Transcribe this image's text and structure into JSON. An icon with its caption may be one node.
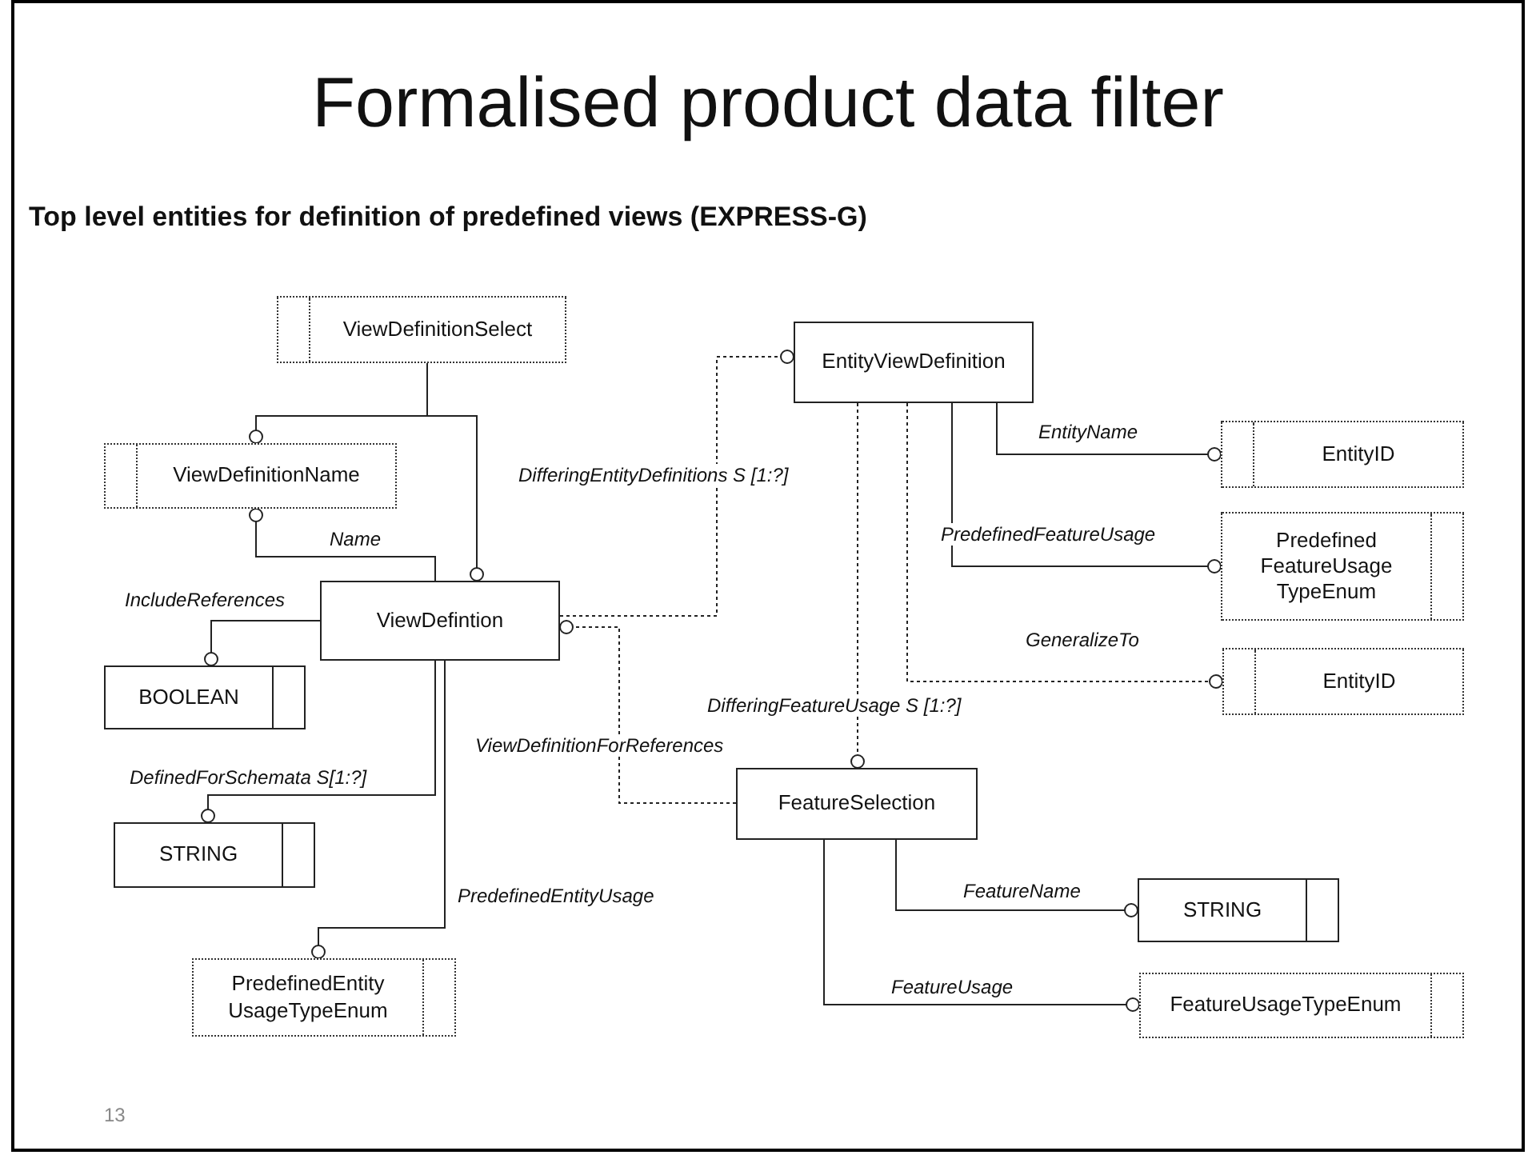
{
  "diagram": {
    "title": "Formalised product data filter",
    "nodes": [
      {
        "text": [
          "ViewDefinitionSelect"
        ]
      },
      {
        "text": [
          "EntityViewDefinition"
        ]
      },
      {
        "text": [
          "ViewDefinitionName"
        ]
      },
      {
        "text": [
          "EntityID"
        ]
      },
      {
        "text": [
          "Predefined FeatureUsage TypeEnum"
        ]
      },
      {
        "text": [
          "ViewDefintion"
        ]
      },
      {
        "text": [
          "EntityID"
        ]
      },
      {
        "text": [
          "BOOLEAN"
        ]
      },
      {
        "text": [
          "FeatureSelection"
        ]
      },
      {
        "text": [
          "STRING"
        ]
      },
      {
        "text": [
          "STRING"
        ]
      },
      {
        "text": [
          "PredefinedEntity UsageTypeEnum"
        ]
      },
      {
        "text": [
          "FeatureUsageTypeEnum"
        ]
      }
    ],
    "edges": [
      {
        "from": 0,
        "to": 2,
        "arrow": "other"
      },
      {
        "from": 0,
        "to": 5,
        "arrow": "other"
      },
      {
        "from": 5,
        "to": 2,
        "arrow": "other",
        "label": "Name"
      },
      {
        "from": 5,
        "to": 7,
        "arrow": "other",
        "label": "IncludeReferences"
      },
      {
        "from": 5,
        "to": 9,
        "arrow": "other",
        "label": "DefinedForSchemata S[1:?]"
      },
      {
        "from": 5,
        "to": 11,
        "arrow": "other",
        "label": "PredefinedEntityUsage"
      },
      {
        "from": 5,
        "to": 1,
        "arrow": "other",
        "label": "DifferingEntityDefinitions S [1:?]",
        "style": "dashed"
      },
      {
        "from": 8,
        "to": 5,
        "arrow": "other",
        "label": "ViewDefinitionForReferences",
        "style": "dashed"
      },
      {
        "from": 1,
        "to": 3,
        "arrow": "other",
        "label": "EntityName"
      },
      {
        "from": 1,
        "to": 4,
        "arrow": "other",
        "label": "PredefinedFeatureUsage"
      },
      {
        "from": 1,
        "to": 6,
        "arrow": "other",
        "label": "GeneralizeTo",
        "style": "dashed"
      },
      {
        "from": 1,
        "to": 8,
        "arrow": "other",
        "label": "DifferingFeatureUsage S [1:?]",
        "style": "dashed"
      },
      {
        "from": 8,
        "to": 10,
        "arrow": "other",
        "label": "FeatureName"
      },
      {
        "from": 8,
        "to": 12,
        "arrow": "other",
        "label": "FeatureUsage"
      }
    ],
    "labels": [
      "Top level entities for definition of predefined views (EXPRESS-G)",
      "13"
    ]
  }
}
